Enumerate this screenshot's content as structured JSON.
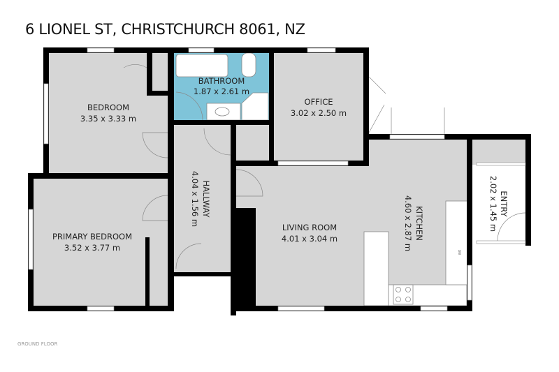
{
  "title": "6 LIONEL ST, CHRISTCHURCH 8061, NZ",
  "floor_label": "GROUND FLOOR",
  "colors": {
    "floor": "#d6d6d6",
    "bathroom": "#7fc4d9",
    "wall": "#000000"
  },
  "rooms": [
    {
      "name": "BEDROOM",
      "size": "3.35 x 3.33 m"
    },
    {
      "name": "BATHROOM",
      "size": "1.87 x 2.61 m"
    },
    {
      "name": "OFFICE",
      "size": "3.02 x 2.50 m"
    },
    {
      "name": "HALLWAY",
      "size": "4.04 x 1.56 m"
    },
    {
      "name": "PRIMARY BEDROOM",
      "size": "3.52 x 3.77 m"
    },
    {
      "name": "LIVING ROOM",
      "size": "4.01 x 3.04 m"
    },
    {
      "name": "KITCHEN",
      "size": "4.60 x 2.87 m"
    },
    {
      "name": "ENTRY",
      "size": "2.02 x 1.45 m"
    }
  ],
  "appliance_label": "DW"
}
